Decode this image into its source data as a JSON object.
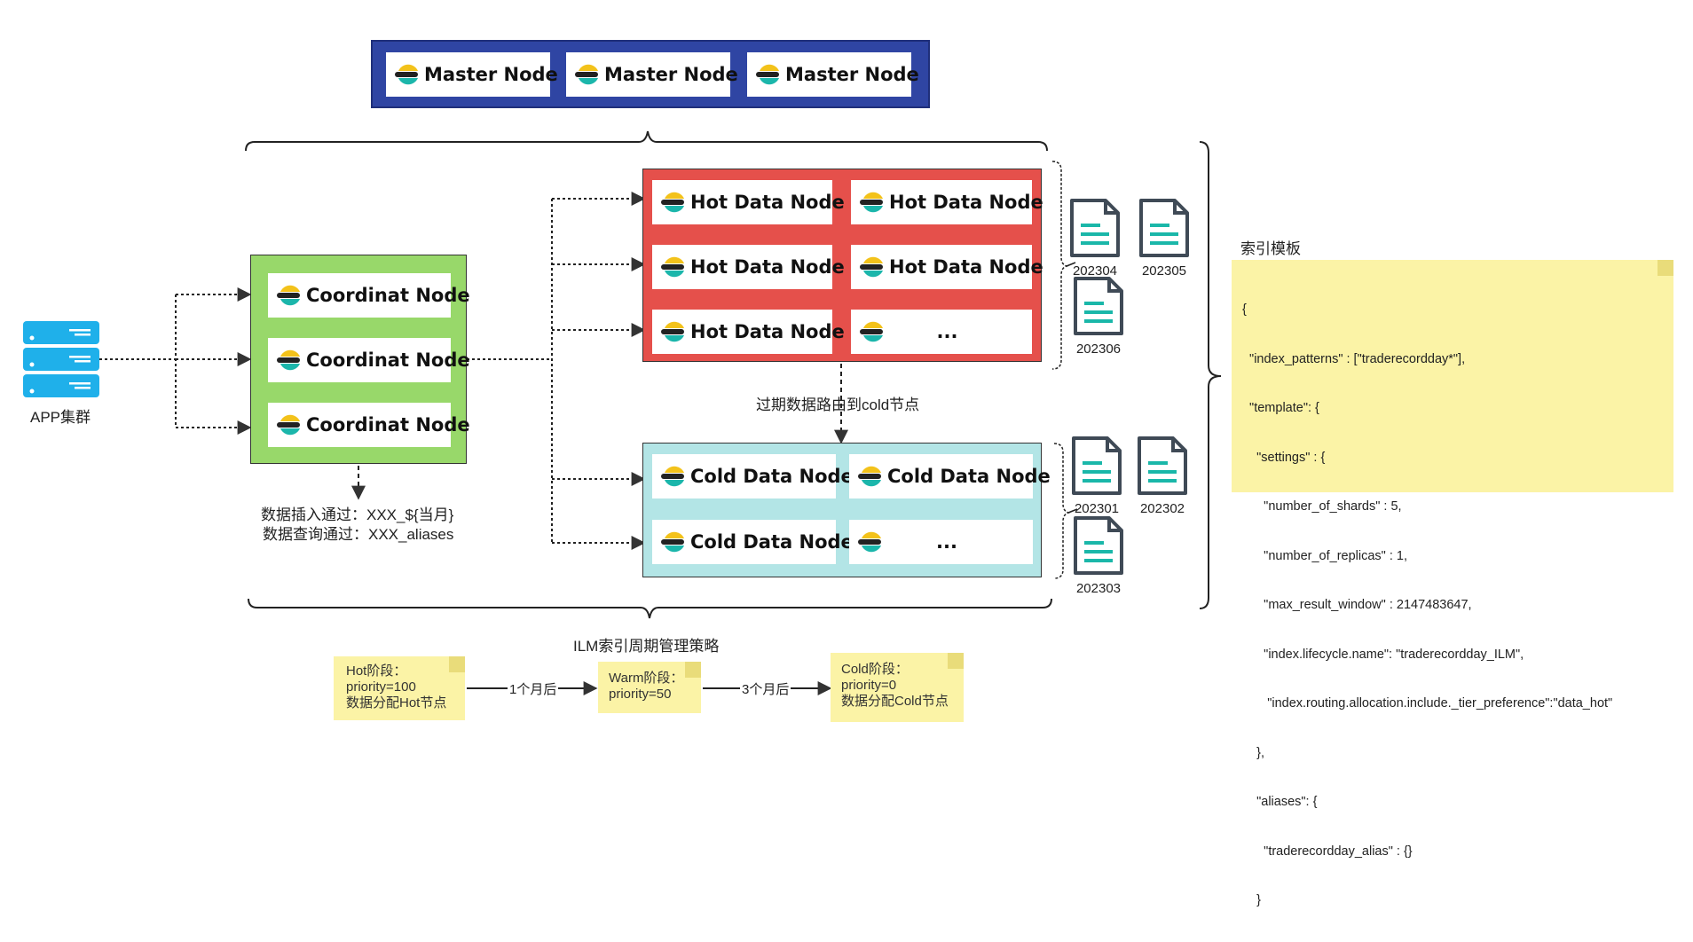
{
  "master_nodes": [
    "Master Node",
    "Master Node",
    "Master Node"
  ],
  "coord_nodes": [
    "Coordinat Node",
    "Coordinat Node",
    "Coordinat Node"
  ],
  "hot_nodes": [
    "Hot Data Node",
    "Hot Data Node",
    "Hot Data Node",
    "Hot Data Node",
    "Hot Data Node",
    "..."
  ],
  "cold_nodes": [
    "Cold Data Node",
    "Cold Data Node",
    "Cold Data Node",
    "..."
  ],
  "app_label": "APP集群",
  "coord_note": {
    "line1": "数据插入通过：XXX_${当月}",
    "line2": "数据查询通过：XXX_aliases"
  },
  "route_label": "过期数据路由到cold节点",
  "hot_docs": [
    "202304",
    "202305",
    "202306"
  ],
  "cold_docs": [
    "202301",
    "202302",
    "202303"
  ],
  "template": {
    "title": "索引模板",
    "lines": [
      "{",
      "  \"index_patterns\" : [\"traderecordday*\"],",
      "  \"template\": {",
      "    \"settings\" : {",
      "      \"number_of_shards\" : 5,",
      "      \"number_of_replicas\" : 1,",
      "      \"max_result_window\" : 2147483647,",
      "      \"index.lifecycle.name\": \"traderecordday_ILM\",",
      "       \"index.routing.allocation.include._tier_preference\":\"data_hot\"",
      "    },",
      "    \"aliases\": {",
      "      \"traderecordday_alias\" : {}",
      "    }"
    ]
  },
  "ilm": {
    "title": "ILM索引周期管理策略",
    "hot": [
      "Hot阶段：",
      "priority=100",
      "数据分配Hot节点"
    ],
    "warm": [
      "Warm阶段：",
      "priority=50"
    ],
    "cold": [
      "Cold阶段：",
      "priority=0",
      "数据分配Cold节点"
    ],
    "arrow1": "1个月后",
    "arrow2": "3个月后"
  },
  "colors": {
    "master_bg": "#2f45a3",
    "coord_bg": "#98d86a",
    "hot_bg": "#e5504b",
    "cold_bg": "#b3e5e6",
    "doc": "#3f4a56",
    "doc_lines": "#1ab7a9",
    "note": "#fbf3a6",
    "server": "#1fb0ea"
  }
}
